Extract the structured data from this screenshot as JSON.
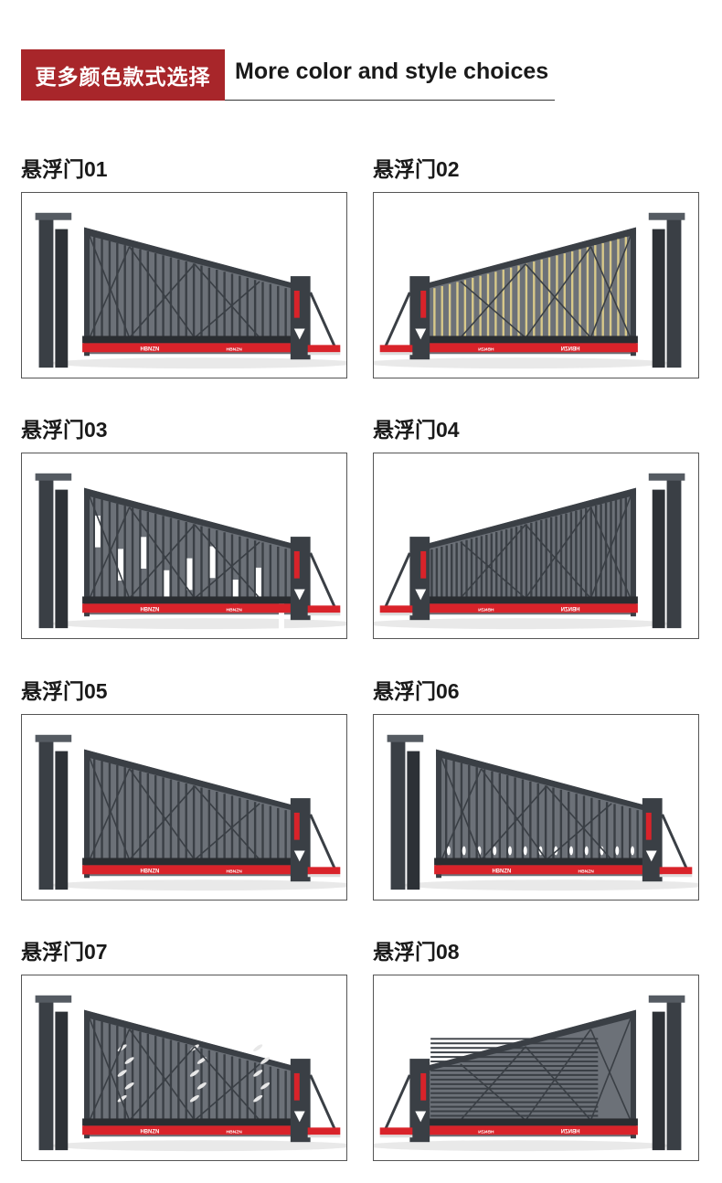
{
  "header": {
    "title_cn": "更多颜色款式选择",
    "title_en": "More color and style choices"
  },
  "colors": {
    "brand_red": "#a8262a",
    "gate_gray": "#3a3f45",
    "accent_red": "#d9232a",
    "gold": "#d8c98a"
  },
  "items": [
    {
      "label": "悬浮门01",
      "brand": "HBNZN",
      "infill": "bars"
    },
    {
      "label": "悬浮门02",
      "brand": "HBNZN",
      "infill": "gold-bars"
    },
    {
      "label": "悬浮门03",
      "brand": "HBNZN",
      "infill": "blocks"
    },
    {
      "label": "悬浮门04",
      "brand": "HBNZN",
      "infill": "dense"
    },
    {
      "label": "悬浮门05",
      "brand": "HBNZN",
      "infill": "bars"
    },
    {
      "label": "悬浮门06",
      "brand": "HBNZN",
      "infill": "drops"
    },
    {
      "label": "悬浮门07",
      "brand": "HBNZN",
      "infill": "bamboo"
    },
    {
      "label": "悬浮门08",
      "brand": "HBNZN",
      "infill": "louver"
    }
  ]
}
